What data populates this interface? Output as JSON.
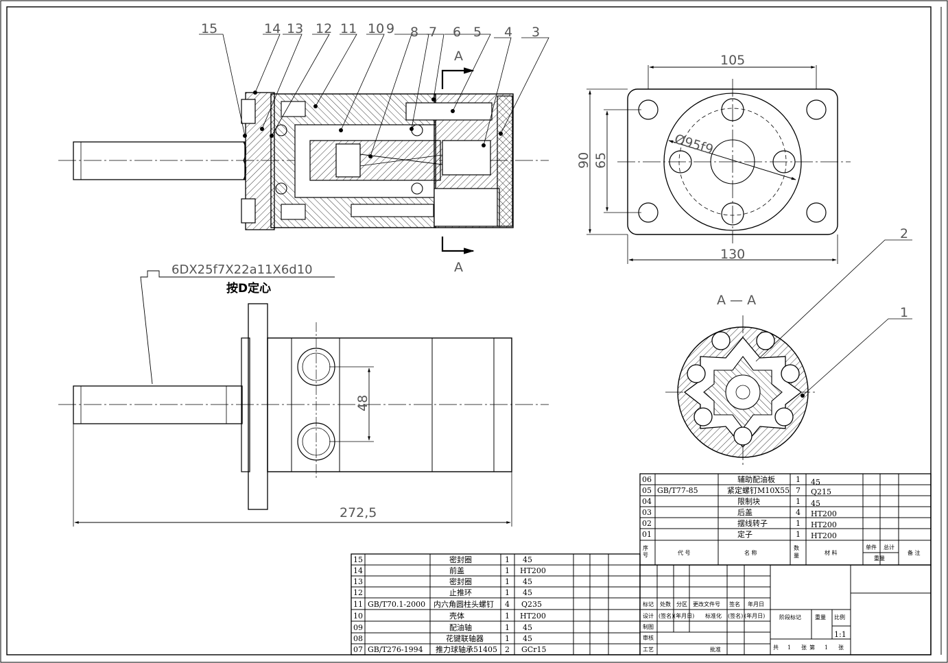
{
  "part_labels": {
    "p1": "1",
    "p2": "2",
    "p3": "3",
    "p4": "4",
    "p5": "5",
    "p6": "6",
    "p7": "7",
    "p8": "8",
    "p9": "9",
    "p10": "10",
    "p11": "11",
    "p12": "12",
    "p13": "13",
    "p14": "14",
    "p15": "15"
  },
  "section_marks": {
    "top_A": "A",
    "bottom_A": "A",
    "view_title": "A — A"
  },
  "dimensions": {
    "w105": "105",
    "h90": "90",
    "h65": "65",
    "w130": "130",
    "dia": "Ø95f9",
    "d48": "48",
    "len": "272,5"
  },
  "spline": {
    "spec": "6DX25f7X22a11X6d10",
    "note": "按D定心"
  },
  "upper_table": {
    "rows": [
      {
        "no": "06",
        "code": "",
        "name": "辅助配油板",
        "qty": "1",
        "mat": "45"
      },
      {
        "no": "05",
        "code": "GB/T77-85",
        "name": "紧定螺钉M10X55",
        "qty": "7",
        "mat": "Q215"
      },
      {
        "no": "04",
        "code": "",
        "name": "限制块",
        "qty": "1",
        "mat": "45"
      },
      {
        "no": "03",
        "code": "",
        "name": "后盖",
        "qty": "4",
        "mat": "HT200"
      },
      {
        "no": "02",
        "code": "",
        "name": "摆线转子",
        "qty": "1",
        "mat": "HT200"
      },
      {
        "no": "01",
        "code": "",
        "name": "定子",
        "qty": "1",
        "mat": "HT200"
      }
    ],
    "header": {
      "seq1": "序",
      "seq2": "号",
      "code": "代 号",
      "name": "名 称",
      "qty1": "数",
      "qty2": "量",
      "mat": "材 料",
      "unit": "单件",
      "total": "总计",
      "weight": "重量",
      "note": "备 注"
    }
  },
  "lower_table": {
    "rows": [
      {
        "no": "15",
        "code": "",
        "name": "密封圈",
        "qty": "1",
        "mat": "45"
      },
      {
        "no": "14",
        "code": "",
        "name": "前盖",
        "qty": "1",
        "mat": "HT200"
      },
      {
        "no": "13",
        "code": "",
        "name": "密封圈",
        "qty": "1",
        "mat": "45"
      },
      {
        "no": "12",
        "code": "",
        "name": "止推环",
        "qty": "1",
        "mat": "45"
      },
      {
        "no": "11",
        "code": "GB/T70.1-2000",
        "name": "内六角圆柱头螺钉",
        "qty": "4",
        "mat": "Q235"
      },
      {
        "no": "10",
        "code": "",
        "name": "壳体",
        "qty": "1",
        "mat": "HT200"
      },
      {
        "no": "09",
        "code": "",
        "name": "配油轴",
        "qty": "1",
        "mat": "45"
      },
      {
        "no": "08",
        "code": "",
        "name": "花键联轴器",
        "qty": "1",
        "mat": "45"
      },
      {
        "no": "07",
        "code": "GB/T276-1994",
        "name": "推力球轴承51405",
        "qty": "2",
        "mat": "GCr15"
      }
    ]
  },
  "title_block": {
    "r1": [
      "标记",
      "处数",
      "分区",
      "更改文件号",
      "签名",
      "年月日"
    ],
    "r2": [
      "设计",
      "(签名)",
      "(年月日)",
      "标准化",
      "(签名)",
      "(年月日)"
    ],
    "zhitu": "制图",
    "shenhe": "审核",
    "gongyi": "工艺",
    "pizhun": "批准",
    "stage": "阶段标记",
    "weight": "重量",
    "scale_label": "比例",
    "scale": "1:1",
    "sheets": {
      "gong": "共",
      "total": "1",
      "zhang1": "张",
      "di": "第",
      "cur": "1",
      "zhang2": "张"
    }
  }
}
